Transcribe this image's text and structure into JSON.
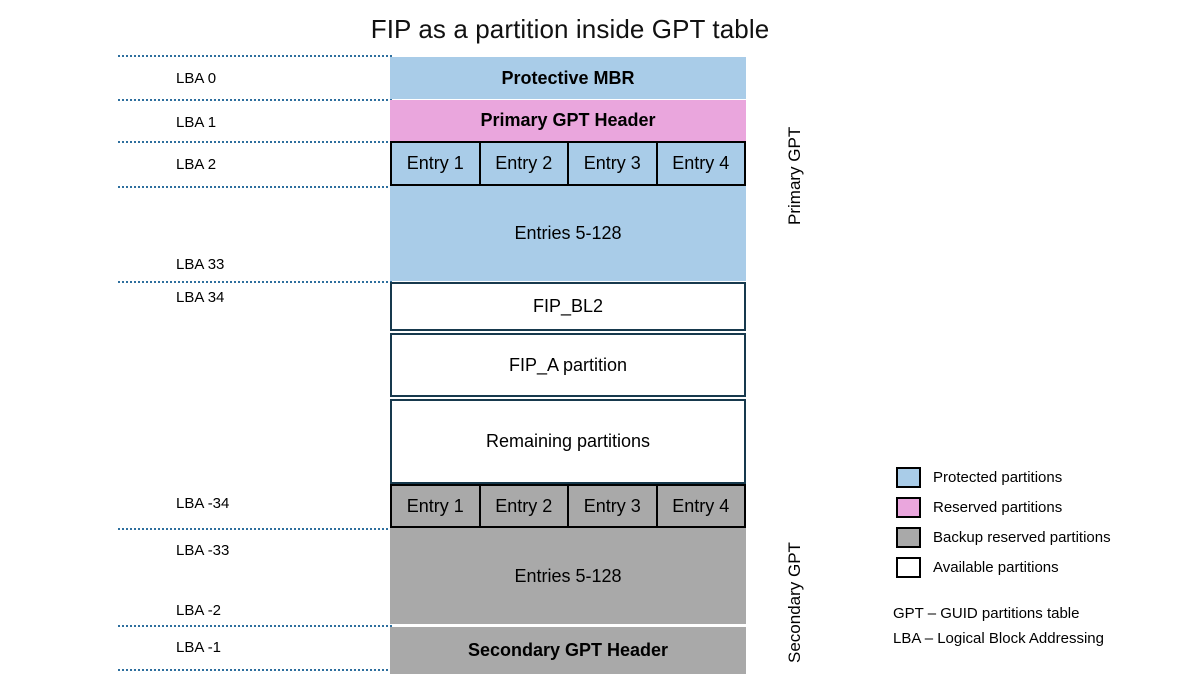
{
  "title": "FIP as a partition inside GPT table",
  "colors": {
    "protected": "#a9cce8",
    "reserved": "#eaa6dd",
    "backup_reserved": "#a9a9a9",
    "available": "#ffffff",
    "leader_line": "#2e6f9e",
    "box_outline": "#17394d",
    "entry_outline": "#000000"
  },
  "side_labels": {
    "primary": "Primary GPT",
    "secondary": "Secondary GPT"
  },
  "lba_labels": [
    {
      "id": "lba-0",
      "text": "LBA 0"
    },
    {
      "id": "lba-1",
      "text": "LBA 1"
    },
    {
      "id": "lba-2",
      "text": "LBA 2"
    },
    {
      "id": "lba-33",
      "text": "LBA 33"
    },
    {
      "id": "lba-34",
      "text": "LBA 34"
    },
    {
      "id": "lba-n34",
      "text": "LBA -34"
    },
    {
      "id": "lba-n33",
      "text": "LBA -33"
    },
    {
      "id": "lba-n2",
      "text": "LBA -2"
    },
    {
      "id": "lba-n1",
      "text": "LBA -1"
    }
  ],
  "blocks": {
    "protective_mbr": "Protective MBR",
    "primary_gpt_header": "Primary GPT Header",
    "primary_entries_5_128": "Entries 5-128",
    "fip_bl2": "FIP_BL2",
    "fip_a_partition": "FIP_A partition",
    "remaining_partitions": "Remaining partitions",
    "secondary_entries_5_128": "Entries 5-128",
    "secondary_gpt_header": "Secondary GPT Header"
  },
  "primary_entries": [
    {
      "label": "Entry 1"
    },
    {
      "label": "Entry 2"
    },
    {
      "label": "Entry 3"
    },
    {
      "label": "Entry 4"
    }
  ],
  "secondary_entries": [
    {
      "label": "Entry 1"
    },
    {
      "label": "Entry 2"
    },
    {
      "label": "Entry 3"
    },
    {
      "label": "Entry 4"
    }
  ],
  "legend": {
    "items": [
      {
        "swatch": "#a9cce8",
        "label": "Protected partitions"
      },
      {
        "swatch": "#eaa6dd",
        "label": "Reserved partitions"
      },
      {
        "swatch": "#a9a9a9",
        "label": "Backup reserved partitions"
      },
      {
        "swatch": "#ffffff",
        "label": "Available partitions"
      }
    ],
    "abbreviations": [
      "GPT – GUID partitions table",
      "LBA – Logical Block Addressing"
    ]
  }
}
